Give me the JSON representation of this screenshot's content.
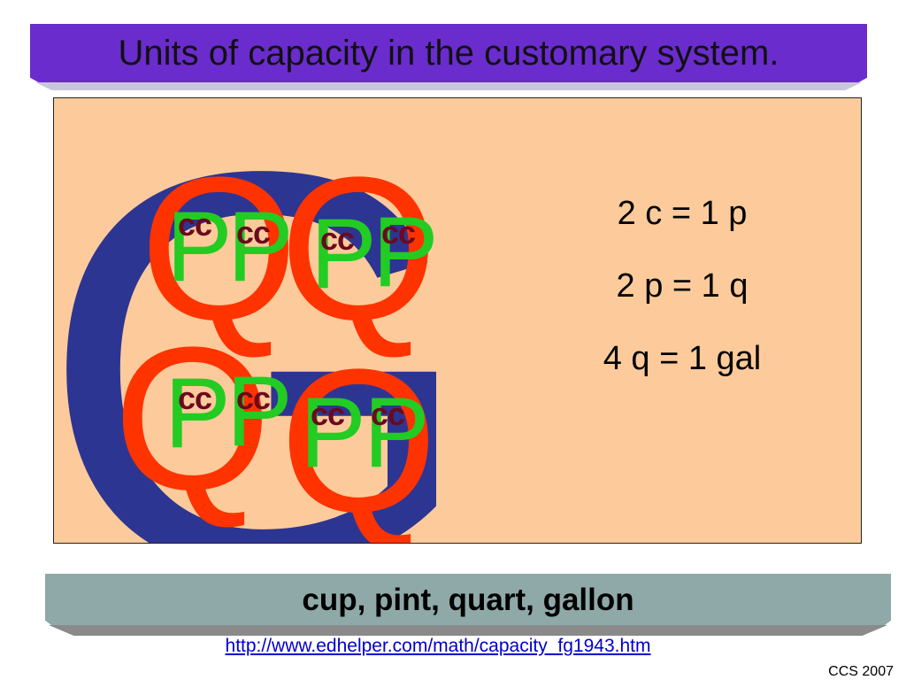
{
  "slide": {
    "title": "Units of capacity in the customary system.",
    "equations": [
      "2 c = 1 p",
      "2 p = 1 q",
      "4 q = 1 gal"
    ],
    "summary": "cup, pint, quart, gallon",
    "source_url": "http://www.edhelper.com/math/capacity_fg1943.htm",
    "credit": "CCS 2007"
  },
  "diagram": {
    "gallon_letter": "G",
    "quart_letter": "Q",
    "pint_letter": "P",
    "cup_letters": "cc",
    "colors": {
      "gallon": "#2d3592",
      "quart": "#ff3300",
      "pint": "#22cc22",
      "cup": "#6a0a1f",
      "title_banner": "#6a2ccc",
      "diagram_background": "#fdcb9b",
      "summary_banner": "#8ea9a8",
      "link": "#0000cc"
    }
  }
}
